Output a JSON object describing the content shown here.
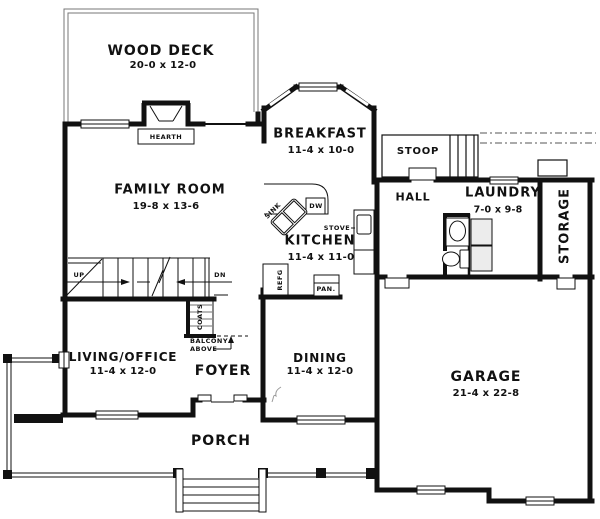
{
  "plan": {
    "rooms": {
      "wood_deck": {
        "name": "WOOD DECK",
        "dims": "20-0 x 12-0"
      },
      "family_room": {
        "name": "FAMILY ROOM",
        "dims": "19-8 x 13-6"
      },
      "breakfast": {
        "name": "BREAKFAST",
        "dims": "11-4 x 10-0"
      },
      "kitchen": {
        "name": "KITCHEN",
        "dims": "11-4 x 11-0"
      },
      "laundry": {
        "name": "LAUNDRY",
        "dims": "7-0 x 9-8"
      },
      "living_office": {
        "name": "LIVING/OFFICE",
        "dims": "11-4 x 12-0"
      },
      "dining": {
        "name": "DINING",
        "dims": "11-4 x 12-0"
      },
      "garage": {
        "name": "GARAGE",
        "dims": "21-4 x 22-8"
      },
      "foyer": {
        "name": "FOYER"
      },
      "porch": {
        "name": "PORCH"
      },
      "stoop": {
        "name": "STOOP"
      },
      "hall": {
        "name": "HALL"
      },
      "storage": {
        "name": "STORAGE"
      }
    },
    "features": {
      "hearth": "HEARTH",
      "coats": "COATS",
      "balcony_line1": "BALCONY",
      "balcony_line2": "ABOVE",
      "up": "UP",
      "dn": "DN",
      "sink": "SINK",
      "dw": "DW",
      "stove": "STOVE",
      "refg": "REFG",
      "pan": "PAN."
    },
    "colors": {
      "wall": "#111111",
      "thin_line": "#333333",
      "deck_outline": "#777777",
      "appliance_fill": "#ececec",
      "background": "#ffffff"
    }
  }
}
